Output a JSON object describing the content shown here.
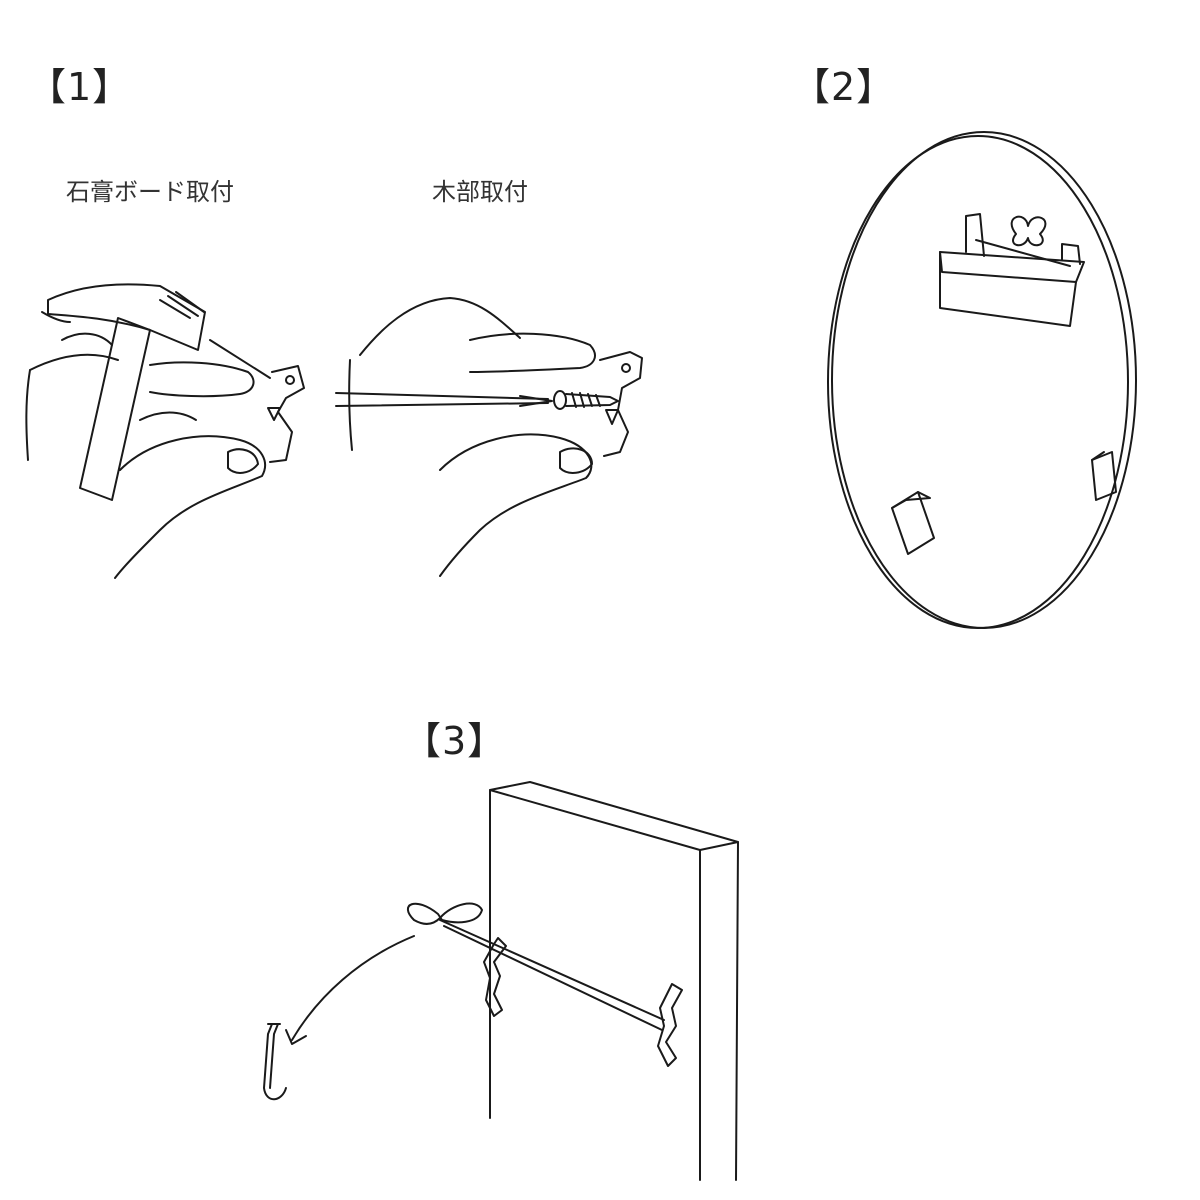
{
  "steps": [
    {
      "label": "【1】"
    },
    {
      "label": "【2】"
    },
    {
      "label": "【3】"
    }
  ],
  "step1": {
    "caption_gypsum": "石膏ボード取付",
    "caption_wood": "木部取付"
  }
}
